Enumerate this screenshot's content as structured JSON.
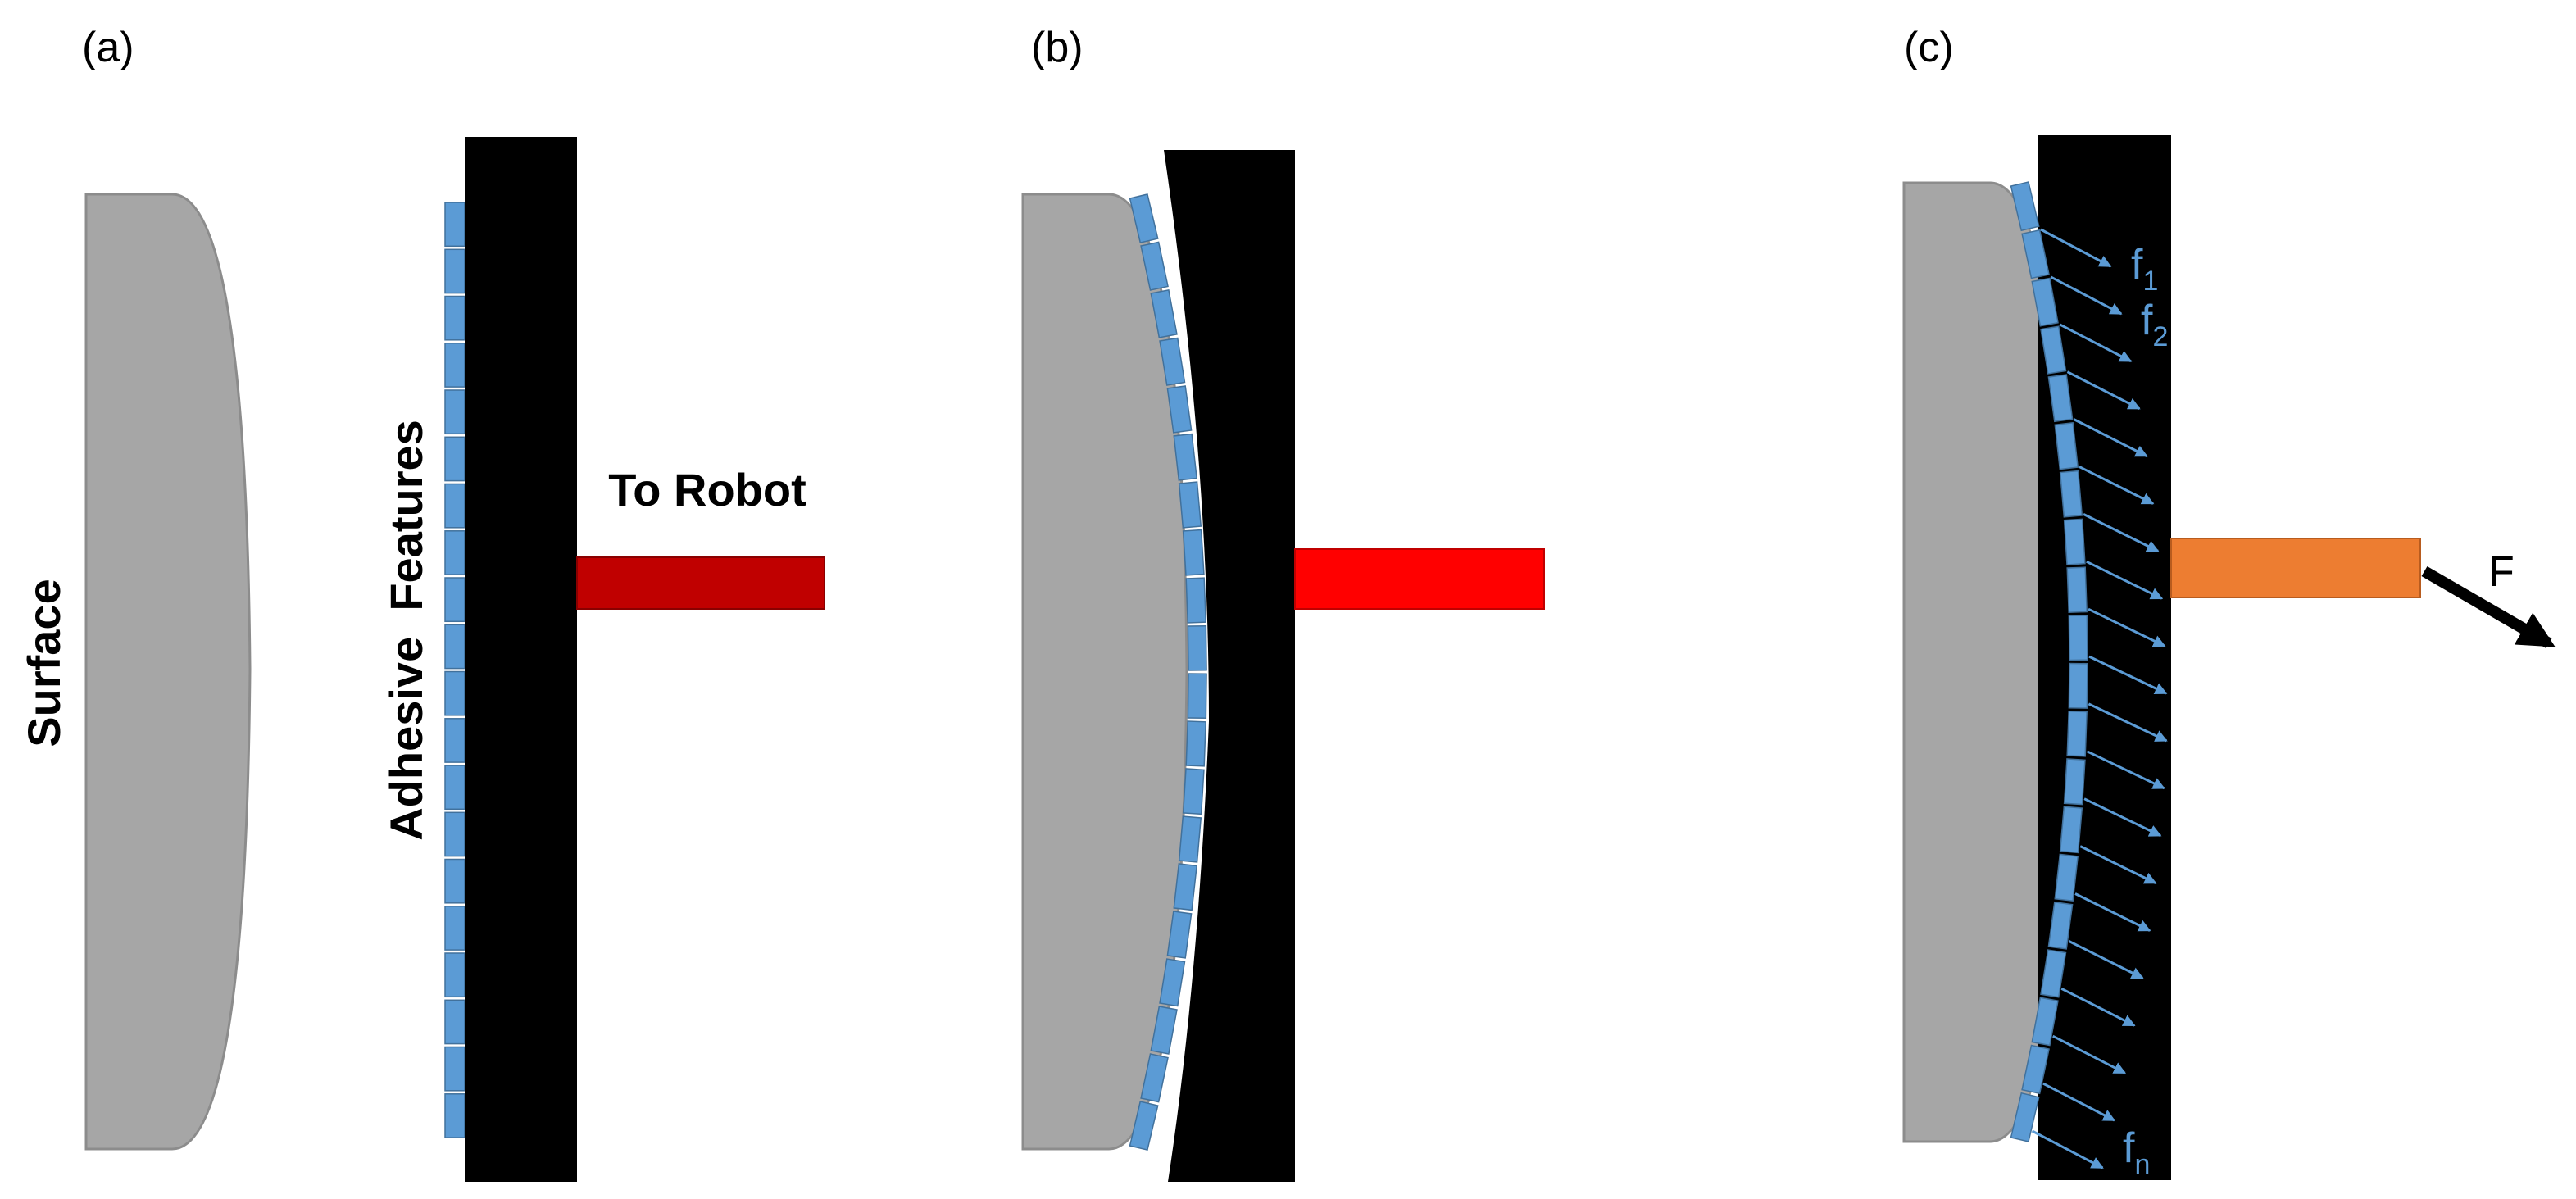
{
  "panels": {
    "a": {
      "label": "(a)",
      "surface_label": "Surface",
      "features_label": "Adhesive  Features",
      "arm_label": "To Robot"
    },
    "b": {
      "label": "(b)"
    },
    "c": {
      "label": "(c)",
      "force_label": "F",
      "force_prefix": "f",
      "force_subscripts": [
        "1",
        "2",
        "n"
      ]
    }
  },
  "colors": {
    "surface": "#a6a6a6",
    "surface_edge": "#8c8c8c",
    "backing": "#000000",
    "adhesive_pad": "#5b9bd5",
    "adhesive_pad_edge": "#41719c",
    "arm_a": "#c00000",
    "arm_b": "#ff0000",
    "arm_c": "#ed7d31",
    "force_arrow_small": "#5b9bd5",
    "force_arrow_big": "#000000"
  }
}
